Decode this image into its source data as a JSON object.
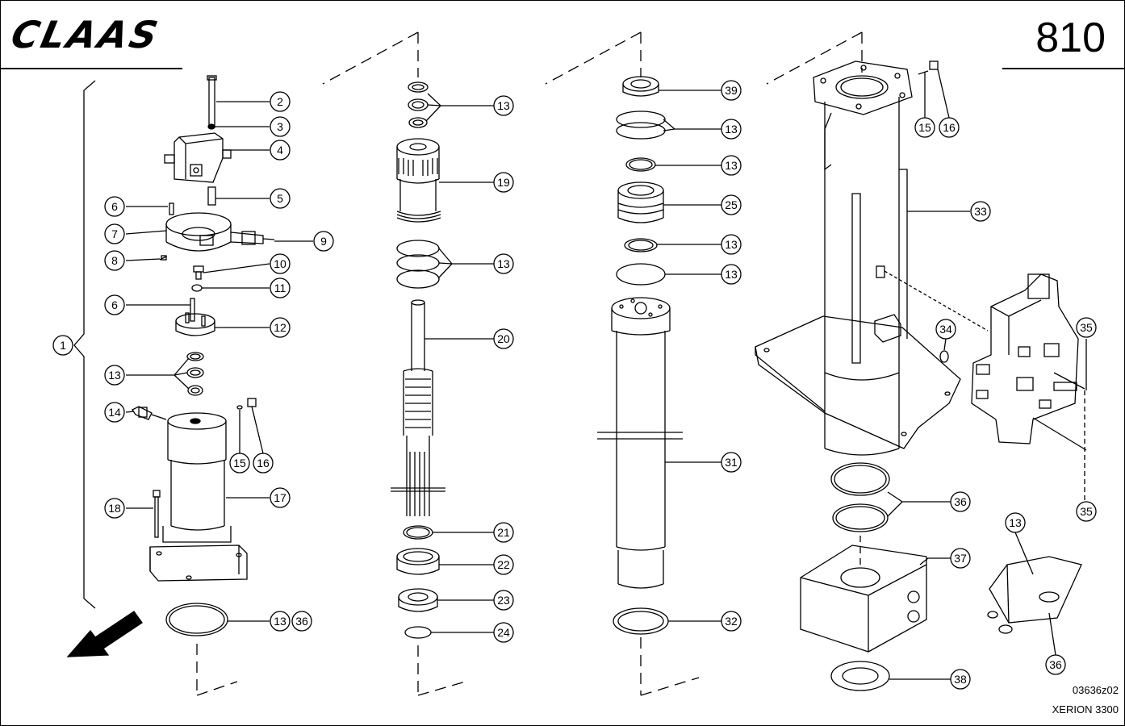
{
  "header": {
    "brand_logo_text": "CLAAS",
    "page_number": "810"
  },
  "footer": {
    "drawing_code": "03636z02",
    "model": "XERION 3300"
  },
  "callouts": {
    "c1": "1",
    "c2": "2",
    "c3": "3",
    "c4": "4",
    "c5": "5",
    "c6a": "6",
    "c6b": "6",
    "c7": "7",
    "c8": "8",
    "c9": "9",
    "c10": "10",
    "c11": "11",
    "c12": "12",
    "c13a": "13",
    "c13b": "13",
    "c14": "14",
    "c15a": "15",
    "c16a": "16",
    "c17": "17",
    "c18": "18",
    "c13c": "13",
    "c19": "19",
    "c13d": "13",
    "c20": "20",
    "c21": "21",
    "c22": "22",
    "c23": "23",
    "c24": "24",
    "c39": "39",
    "c13e": "13",
    "c13f": "13",
    "c25": "25",
    "c13g": "13",
    "c13h": "13",
    "c31": "31",
    "c32": "32",
    "c15b": "15",
    "c16b": "16",
    "c33": "33",
    "c34": "34",
    "c35a": "35",
    "c35b": "35",
    "c36a": "36",
    "c37": "37",
    "c38": "38",
    "c13i": "13",
    "c36b": "36",
    "c36c": "36"
  },
  "colors": {
    "line": "#000000",
    "background": "#ffffff"
  }
}
